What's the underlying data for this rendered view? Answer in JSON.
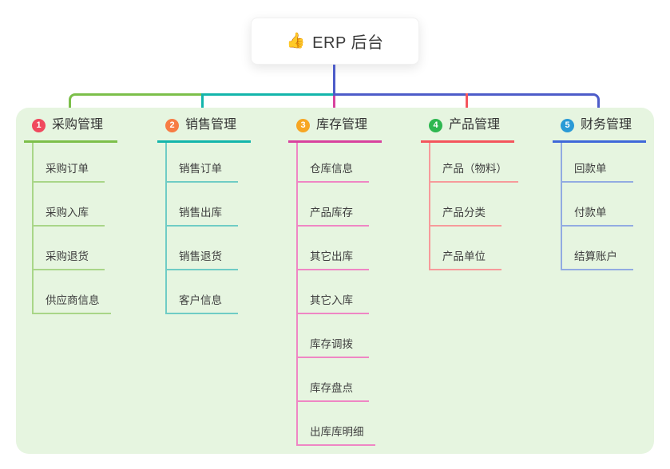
{
  "root": {
    "icon": "👍",
    "title": "ERP 后台"
  },
  "board_color": "#e6f5e0",
  "connector_colors": {
    "trunk": "#4d5cc9",
    "purchase": "#7cbf4a",
    "sales": "#13b5ab",
    "inventory": "#d8429e",
    "product": "#f4555d",
    "finance": "#4d5cc9"
  },
  "branches": [
    {
      "badge": "1",
      "name": "采购管理",
      "colors": {
        "badge": "#f0495e",
        "line": "#7cbf4a",
        "light": "#a9d688"
      },
      "items": [
        "采购订单",
        "采购入库",
        "采购退货",
        "供应商信息"
      ]
    },
    {
      "badge": "2",
      "name": "销售管理",
      "colors": {
        "badge": "#f77c44",
        "line": "#13b5ab",
        "light": "#6fccc5"
      },
      "items": [
        "销售订单",
        "销售出库",
        "销售退货",
        "客户信息"
      ]
    },
    {
      "badge": "3",
      "name": "库存管理",
      "colors": {
        "badge": "#f7a623",
        "line": "#d8429e",
        "light": "#ef86c4"
      },
      "items": [
        "仓库信息",
        "产品库存",
        "其它出库",
        "其它入库",
        "库存调拨",
        "库存盘点",
        "出库库明细"
      ]
    },
    {
      "badge": "4",
      "name": "产品管理",
      "colors": {
        "badge": "#2eb750",
        "line": "#f4555d",
        "light": "#f79a9b"
      },
      "items": [
        "产品（物料）",
        "产品分类",
        "产品单位"
      ]
    },
    {
      "badge": "5",
      "name": "财务管理",
      "colors": {
        "badge": "#2a9ad6",
        "line": "#3f68d9",
        "light": "#92abe2"
      },
      "items": [
        "回款单",
        "付款单",
        "结算账户"
      ]
    }
  ]
}
